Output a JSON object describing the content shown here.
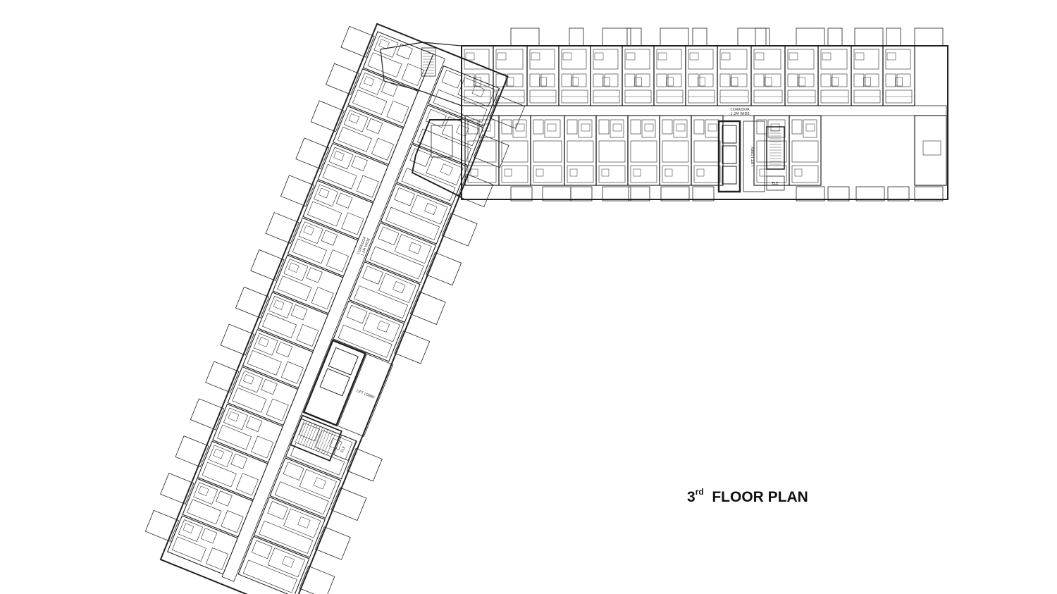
{
  "plan": {
    "title_number": "3",
    "title_suffix": "rd",
    "title_text": "FLOOR PLAN",
    "labels": {
      "corridor_east": "CORRIDOR",
      "corridor_east_width": "1.2M WIDE",
      "corridor_west": "CORRIDOR",
      "corridor_west_width": "1.2M WIDE",
      "lift_lobby_east": "LIFT LOBBY",
      "lift_lobby_west": "LIFT LOBBY",
      "electrical_east": "ELE",
      "electrical_west": "ELE"
    },
    "colors": {
      "ink": "#222222",
      "fill": "#ffffff",
      "hatch": "#555555"
    }
  }
}
